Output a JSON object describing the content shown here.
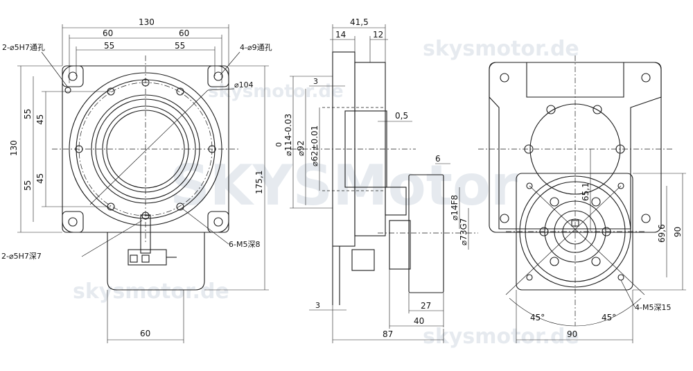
{
  "watermark": {
    "main": "SKYSMotor",
    "small": "skysmotor.de"
  },
  "front_view": {
    "width_total": "130",
    "half_left": "60",
    "half_right": "60",
    "inner_left": "55",
    "inner_right": "55",
    "height_total": "130",
    "v55_top": "55",
    "v45_top": "45",
    "v45_bottom": "45",
    "v55_bottom": "55",
    "overall_height": "175,1",
    "bottom_width": "60",
    "note_pin_holes_top": "2-⌀5H7通孔",
    "note_through_holes": "4-⌀9通孔",
    "note_pcd": "⌀104",
    "note_pin_holes_bottom": "2-⌀5H7深7",
    "note_tapped_holes": "6-M5深8"
  },
  "side_view": {
    "total_thickness": "41,5",
    "left_flange": "14",
    "right_flange": "12",
    "step": "3",
    "gap": "0,5",
    "outer_dia": "⌀114-0.03",
    "tol_zero": "0",
    "mid_dia": "⌀92",
    "pilot_dia": "⌀62±0.01",
    "shaft_lip": "6",
    "shaft_dia": "⌀14F8",
    "shaft_boss": "⌀73G7",
    "bottom_step": "3",
    "shaft_len_27": "27",
    "shaft_len_40": "40",
    "overall_len": "87"
  },
  "rear_view": {
    "height_90": "90",
    "height_69": "69,6",
    "height_65": "65,1",
    "bottom_width": "90",
    "angle_left": "45°",
    "angle_right": "45°",
    "note_tapped": "4-M5深15"
  }
}
